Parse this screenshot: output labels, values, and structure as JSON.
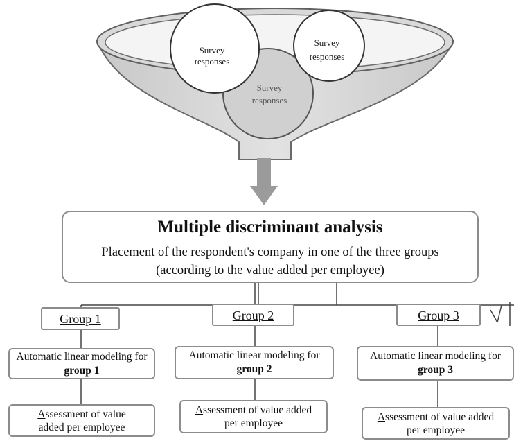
{
  "funnel": {
    "circles": [
      {
        "line1": "Survey",
        "line2": "responses",
        "color": "#1a1a1a"
      },
      {
        "line1": "Survey",
        "line2": "responses",
        "color": "#1a1a1a"
      },
      {
        "line1": "Survey",
        "line2": "responses",
        "color": "#555555"
      }
    ]
  },
  "analysis": {
    "title": "Multiple discriminant analysis",
    "description": "Placement of the respondent's company in one of the three groups (according to the value added per employee)"
  },
  "groups": [
    {
      "label": "Group 1",
      "model_prefix": "Automatic linear modeling for ",
      "model_bold": "group 1",
      "assessment_first_letter": "A",
      "assessment_rest": "ssessment of value added per employee"
    },
    {
      "label": "Group 2",
      "model_prefix": "Automatic linear modeling for ",
      "model_bold": "group 2",
      "assessment_first_letter": "A",
      "assessment_rest": "ssessment of value added per employee"
    },
    {
      "label": "Group 3",
      "model_prefix": "Automatic linear modeling for ",
      "model_bold": "group 3",
      "assessment_first_letter": "A",
      "assessment_rest": "ssessment of value added per employee"
    }
  ],
  "colors": {
    "funnel_fill": "#d6d6d6",
    "funnel_stroke": "#5f5f5f",
    "arrow": "#9b9b9b",
    "box_border": "#8c8c8c",
    "connector": "#444444"
  }
}
